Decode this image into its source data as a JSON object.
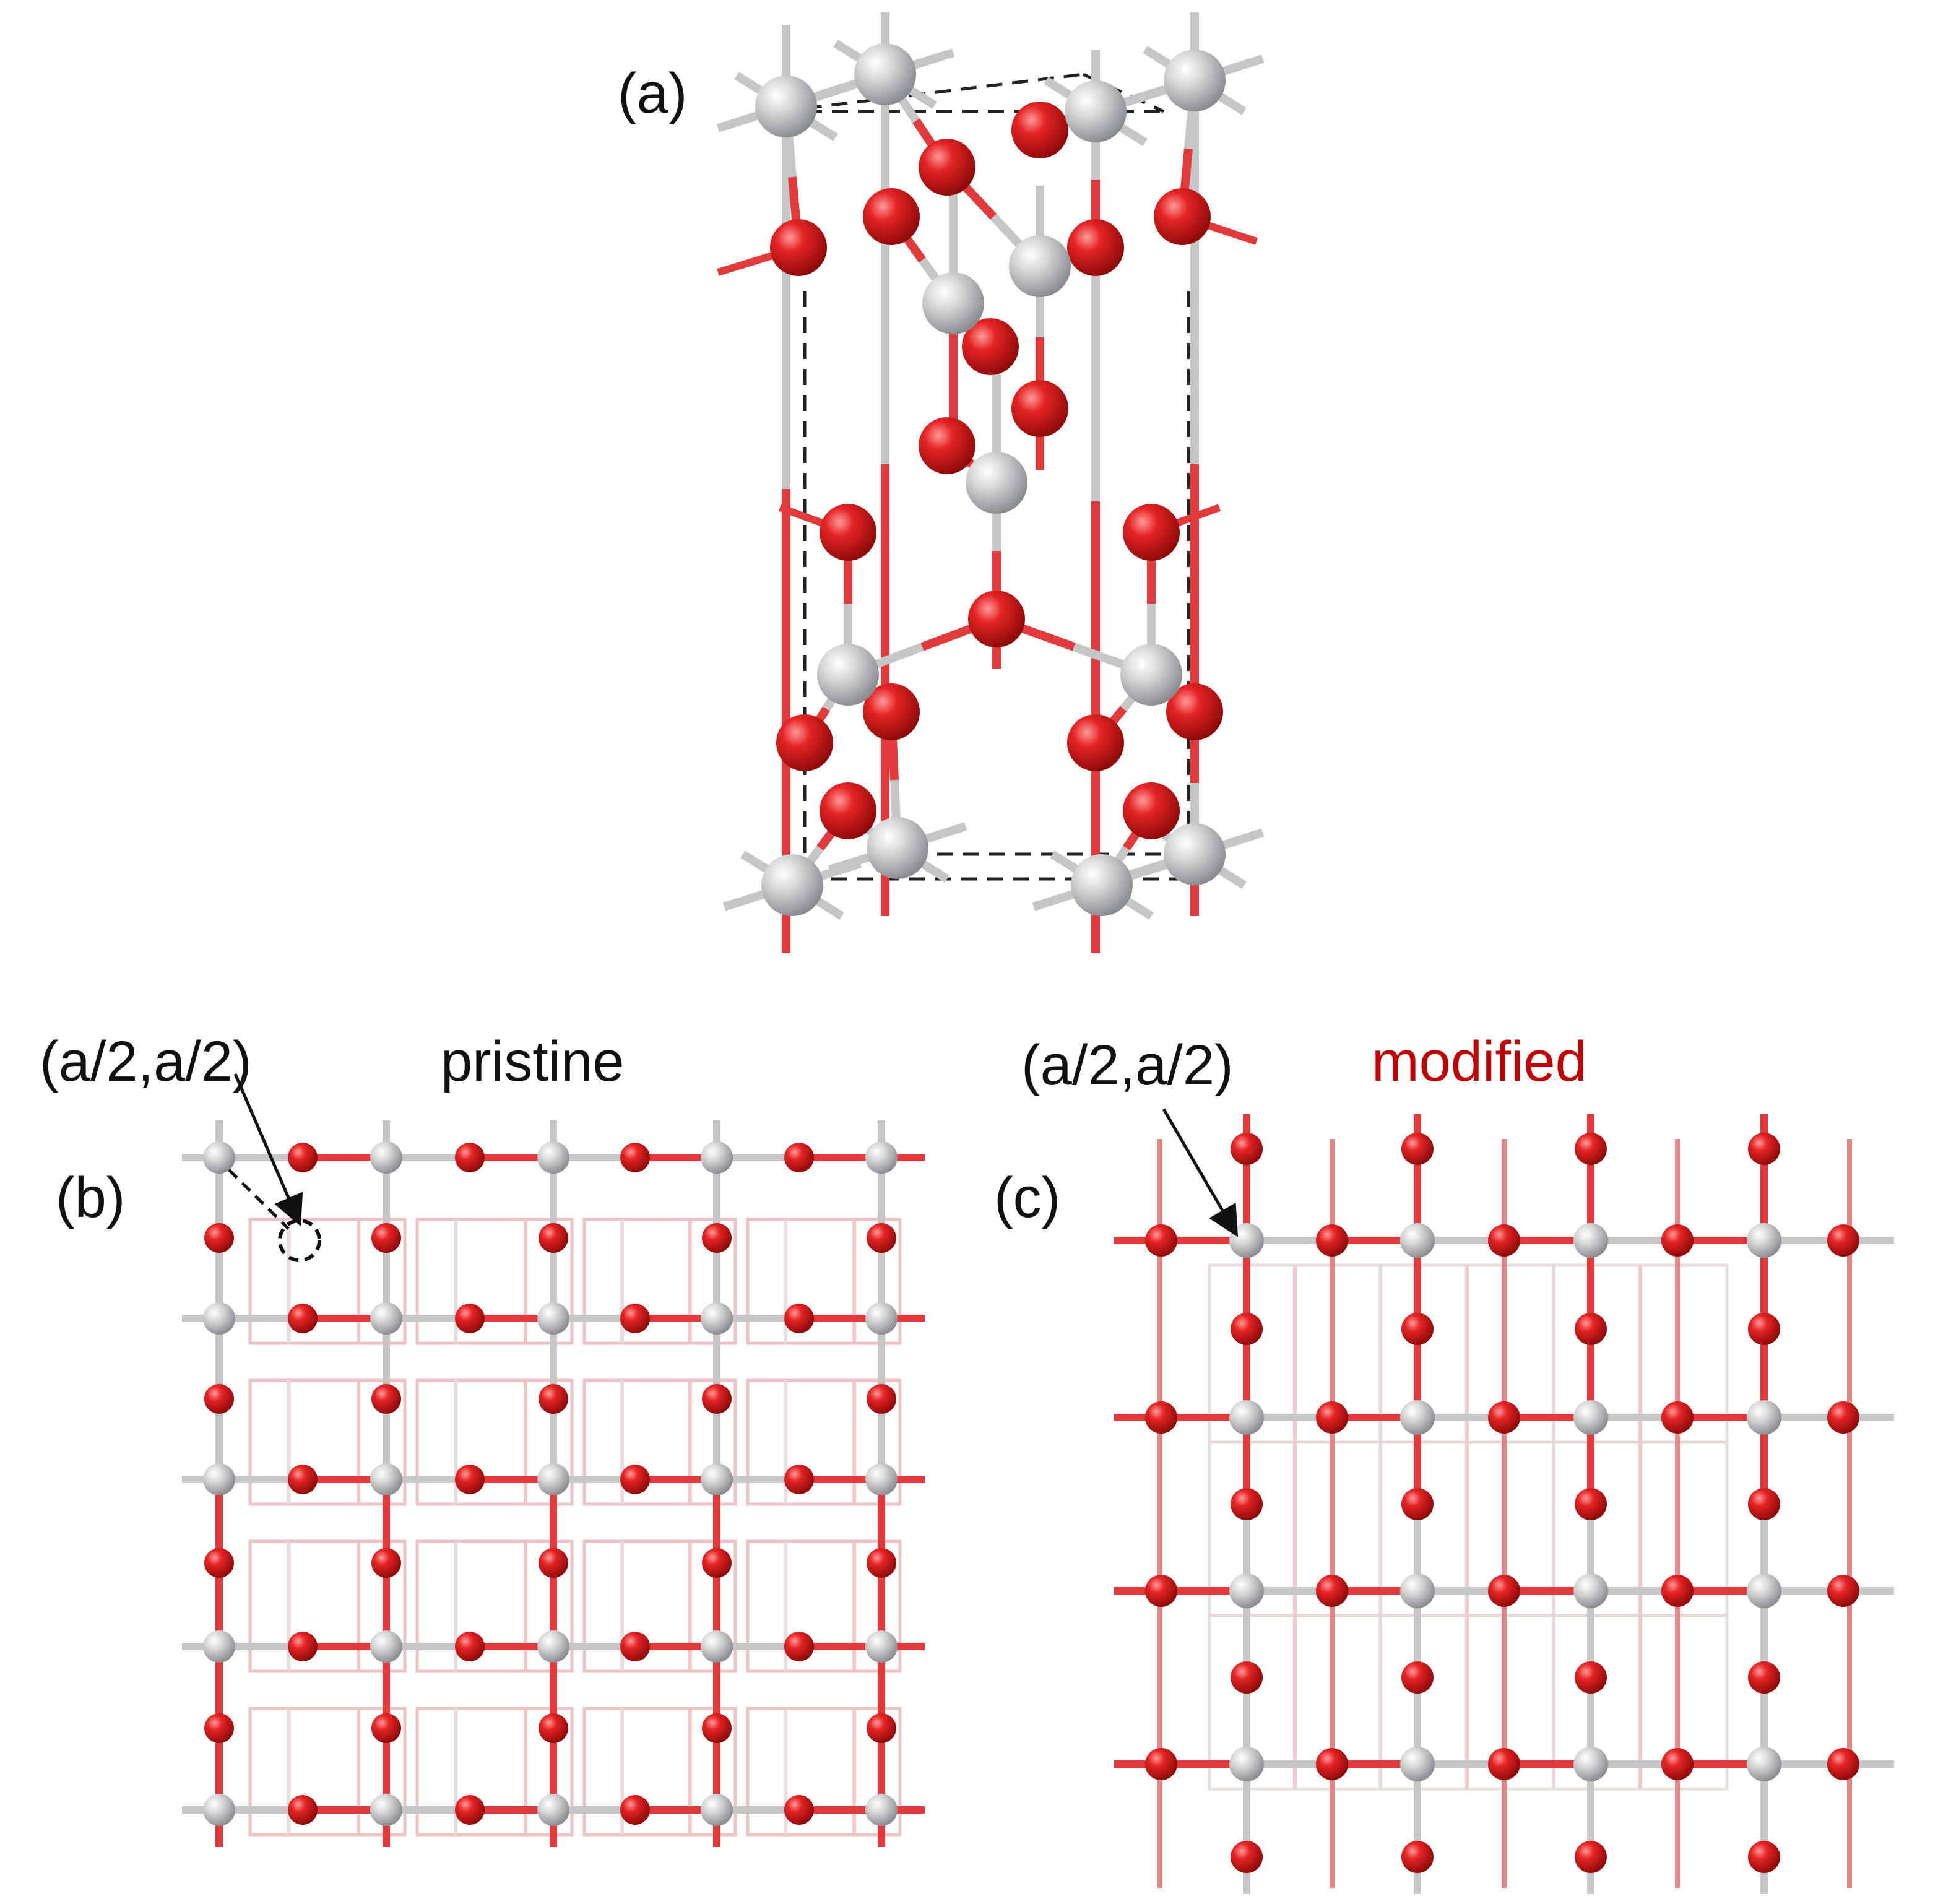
{
  "panels": {
    "a": {
      "label": "(a)"
    },
    "b": {
      "label": "(b)",
      "title": "pristine",
      "annotation": "(a/2,a/2)"
    },
    "c": {
      "label": "(c)",
      "title": "modified",
      "annotation": "(a/2,a/2)"
    }
  },
  "colors": {
    "oxygen": "#d71e1e",
    "oxygen_bond": "#e03a3a",
    "cation": "#c8cacc",
    "cation_bond": "#c4c6c8",
    "modified_title": "#c00000",
    "cell_outline": "#222222"
  }
}
